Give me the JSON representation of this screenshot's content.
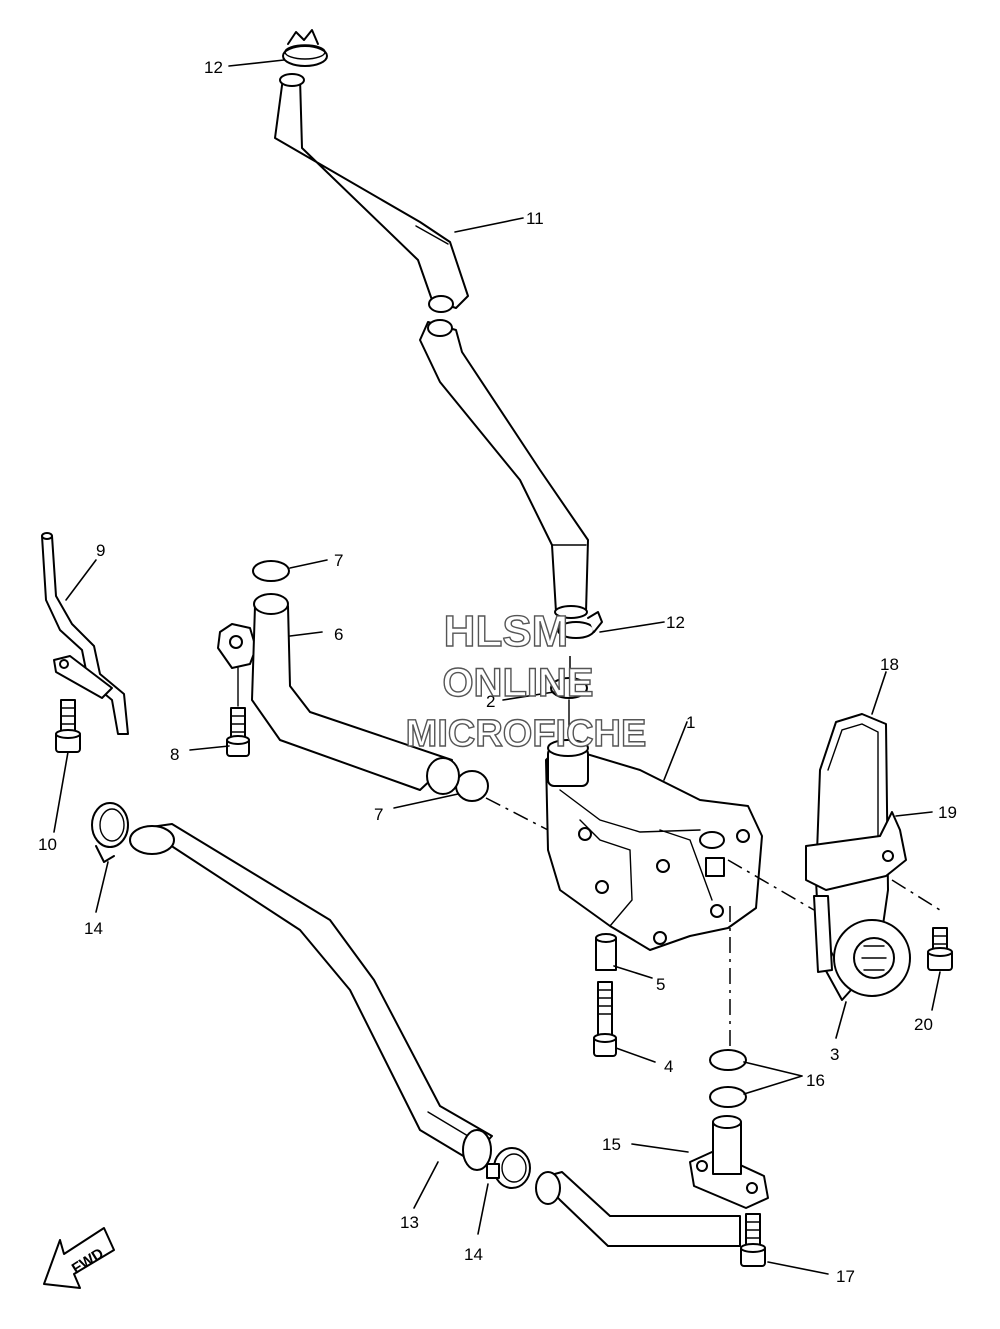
{
  "diagram": {
    "callouts": [
      "1",
      "2",
      "3",
      "4",
      "5",
      "6",
      "7",
      "8",
      "9",
      "10",
      "11",
      "12",
      "13",
      "14",
      "15",
      "16",
      "17",
      "18",
      "19",
      "20"
    ],
    "watermark": {
      "line1": "HLSM",
      "line2": "ONLINE",
      "line3": "MICROFICHE"
    },
    "fwd_label": "FWD"
  }
}
